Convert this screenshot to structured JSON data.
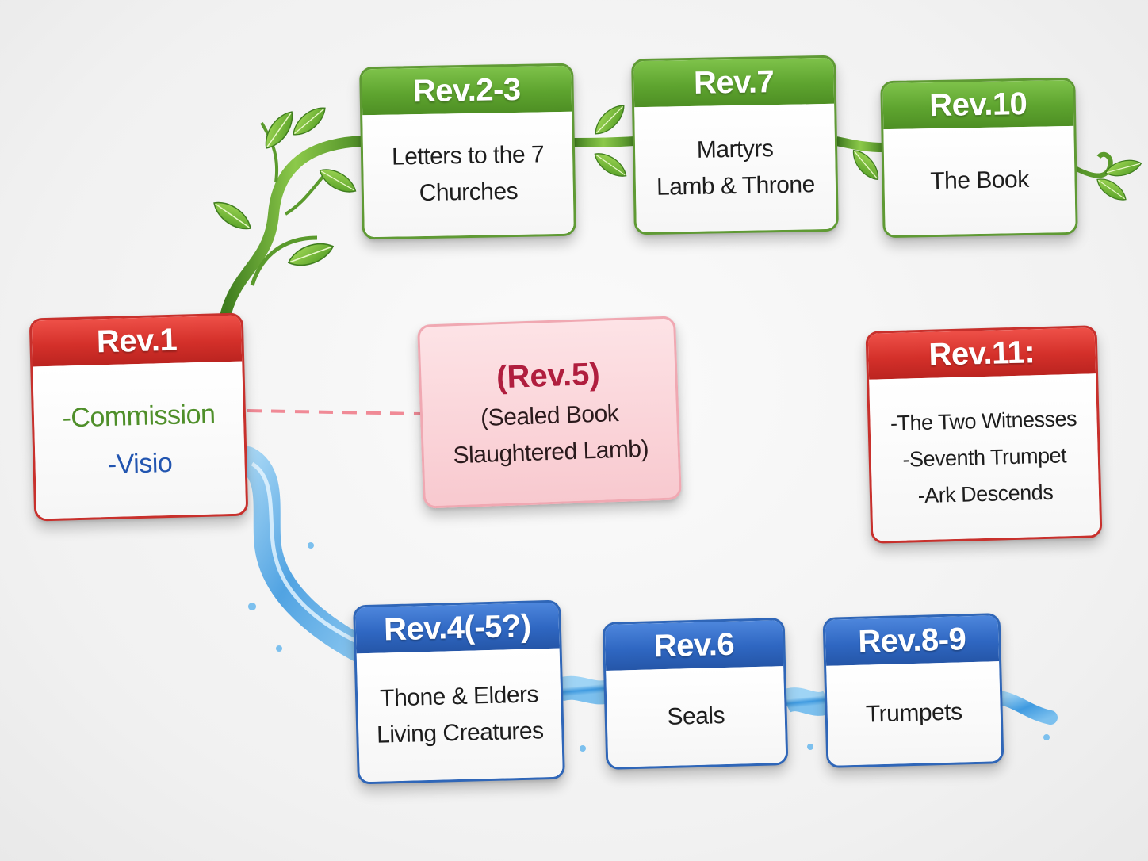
{
  "cards": {
    "rev1": {
      "title": "Rev.1",
      "lines": [
        "-Commission",
        "-Visio"
      ],
      "line_colors": [
        "#4f8f2a",
        "#2255b0"
      ]
    },
    "rev2_3": {
      "title": "Rev.2-3",
      "lines": [
        "Letters to the 7",
        "Churches"
      ]
    },
    "rev7": {
      "title": "Rev.7",
      "lines": [
        "Martyrs",
        "Lamb & Throne"
      ]
    },
    "rev10": {
      "title": "Rev.10",
      "lines": [
        "The Book"
      ]
    },
    "rev5": {
      "title": "(Rev.5)",
      "lines": [
        "(Sealed Book",
        "Slaughtered Lamb)"
      ]
    },
    "rev11": {
      "title": "Rev.11:",
      "lines": [
        "-The Two Witnesses",
        "-Seventh Trumpet",
        "-Ark Descends"
      ]
    },
    "rev4_5": {
      "title": "Rev.4(-5?)",
      "lines": [
        "Thone & Elders",
        "Living Creatures"
      ]
    },
    "rev6": {
      "title": "Rev.6",
      "lines": [
        "Seals"
      ]
    },
    "rev8_9": {
      "title": "Rev.8-9",
      "lines": [
        "Trumpets"
      ]
    }
  },
  "colors": {
    "vine_green": "#5ea42f",
    "commission_red": "#d4302a",
    "water_blue": "#2f67c2",
    "pink_note": "#f8c9cf",
    "dashed_link": "#f08a96"
  },
  "icons": [
    "vine-icon",
    "leaf-icon",
    "water-stream-icon"
  ]
}
